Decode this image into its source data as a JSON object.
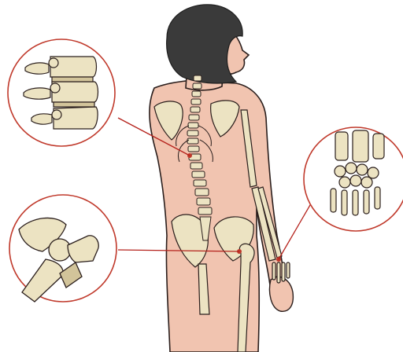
{
  "illustration": {
    "subject": "",
    "colors": {
      "skin": "#f1c4b0",
      "skin_outline": "#2a1e1c",
      "hair": "#3a3a3a",
      "bone": "#ece3c2",
      "bone_shadow": "#d2c49a",
      "callout_ring": "#c0392b",
      "leader_line": "#b5221c",
      "background": "#ffffff"
    },
    "callouts": [
      {
        "id": "spine-callout",
        "icon": "vertebrae-closeup-icon"
      },
      {
        "id": "hip-callout",
        "icon": "hip-joint-closeup-icon"
      },
      {
        "id": "wrist-callout",
        "icon": "wrist-bones-closeup-icon"
      }
    ]
  }
}
